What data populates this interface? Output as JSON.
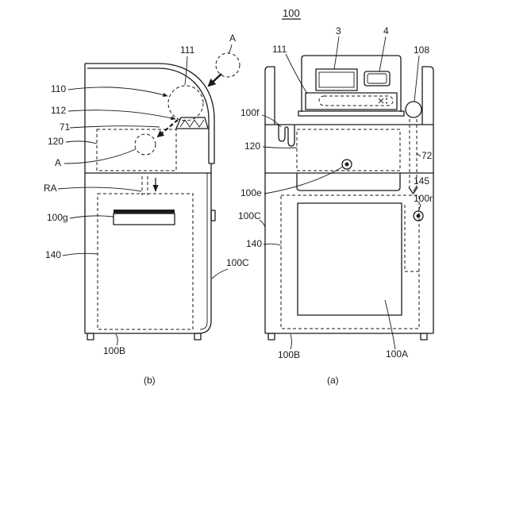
{
  "figure": {
    "ref_number": "100"
  },
  "view_b": {
    "caption": "(b)",
    "labels": {
      "a_top": "A",
      "n111": "111",
      "n110": "110",
      "n112": "112",
      "n71": "71",
      "n120": "120",
      "a_inner": "A",
      "ra": "RA",
      "n100g": "100g",
      "n140": "140",
      "n100c": "100C",
      "n100b": "100B"
    }
  },
  "view_a": {
    "caption": "(a)",
    "labels": {
      "n3": "3",
      "n4": "4",
      "n111": "111",
      "n108": "108",
      "n100f": "100f",
      "n120": "120",
      "n72": "72",
      "n145": "145",
      "n100e": "100e",
      "n100r": "100r",
      "n100c": "100C",
      "n140": "140",
      "n100b": "100B",
      "n100a": "100A"
    }
  },
  "colors": {
    "line": "#1a1a1a",
    "background": "#ffffff"
  }
}
